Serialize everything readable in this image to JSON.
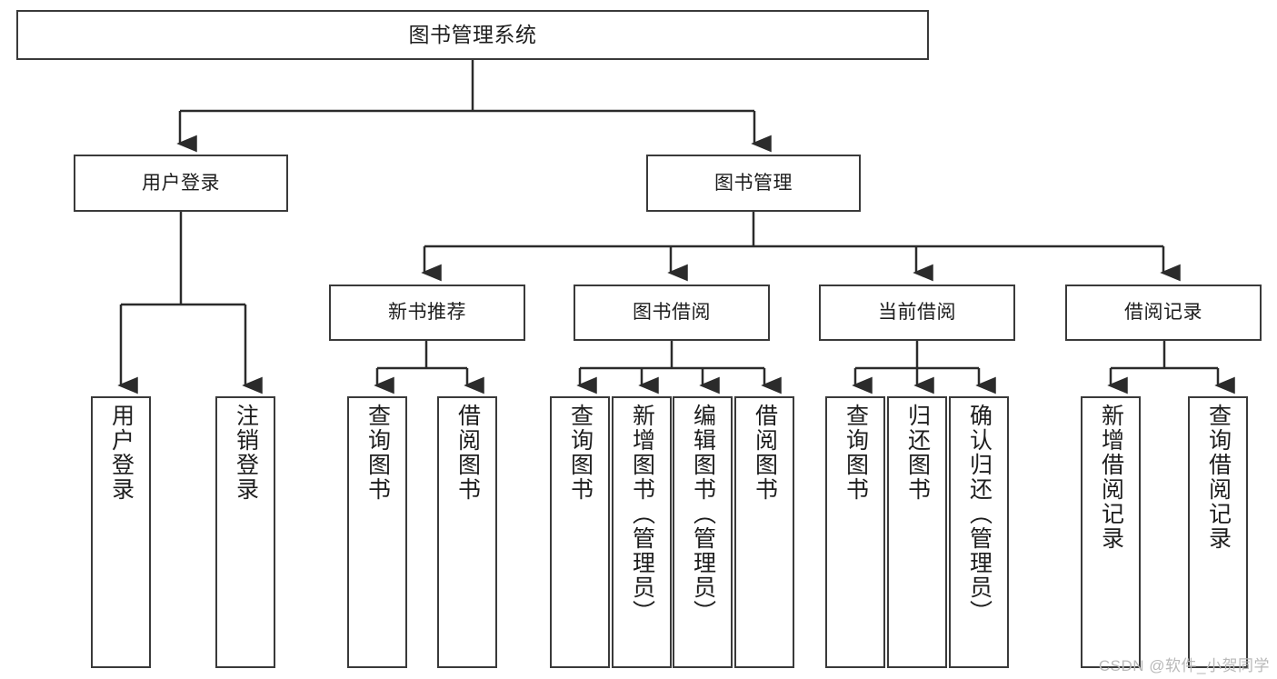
{
  "diagram": {
    "title": "图书管理系统",
    "watermark": "CSDN @软件_小贺同学",
    "colors": {
      "box_border": "#3a3a3a",
      "wire": "#2b2b2b",
      "background": "#ffffff",
      "text": "#1d1d1d",
      "watermark": "#b9b9b9"
    },
    "root": {
      "label": "图书管理系统"
    },
    "level2": [
      {
        "label": "用户登录"
      },
      {
        "label": "图书管理"
      }
    ],
    "level3": [
      {
        "label": "新书推荐"
      },
      {
        "label": "图书借阅"
      },
      {
        "label": "当前借阅"
      },
      {
        "label": "借阅记录"
      }
    ],
    "leaves": {
      "user_login": [
        {
          "label": "用户登录"
        },
        {
          "label": "注销登录"
        }
      ],
      "new_book_recommend": [
        {
          "label": "查询图书"
        },
        {
          "label": "借阅图书"
        }
      ],
      "book_borrow": [
        {
          "label": "查询图书"
        },
        {
          "label": "新增图书（管理员）"
        },
        {
          "label": "编辑图书（管理员）"
        },
        {
          "label": "借阅图书"
        }
      ],
      "current_borrow": [
        {
          "label": "查询图书"
        },
        {
          "label": "归还图书"
        },
        {
          "label": "确认归还（管理员）"
        }
      ],
      "borrow_record": [
        {
          "label": "新增借阅记录"
        },
        {
          "label": "查询借阅记录"
        }
      ]
    }
  }
}
